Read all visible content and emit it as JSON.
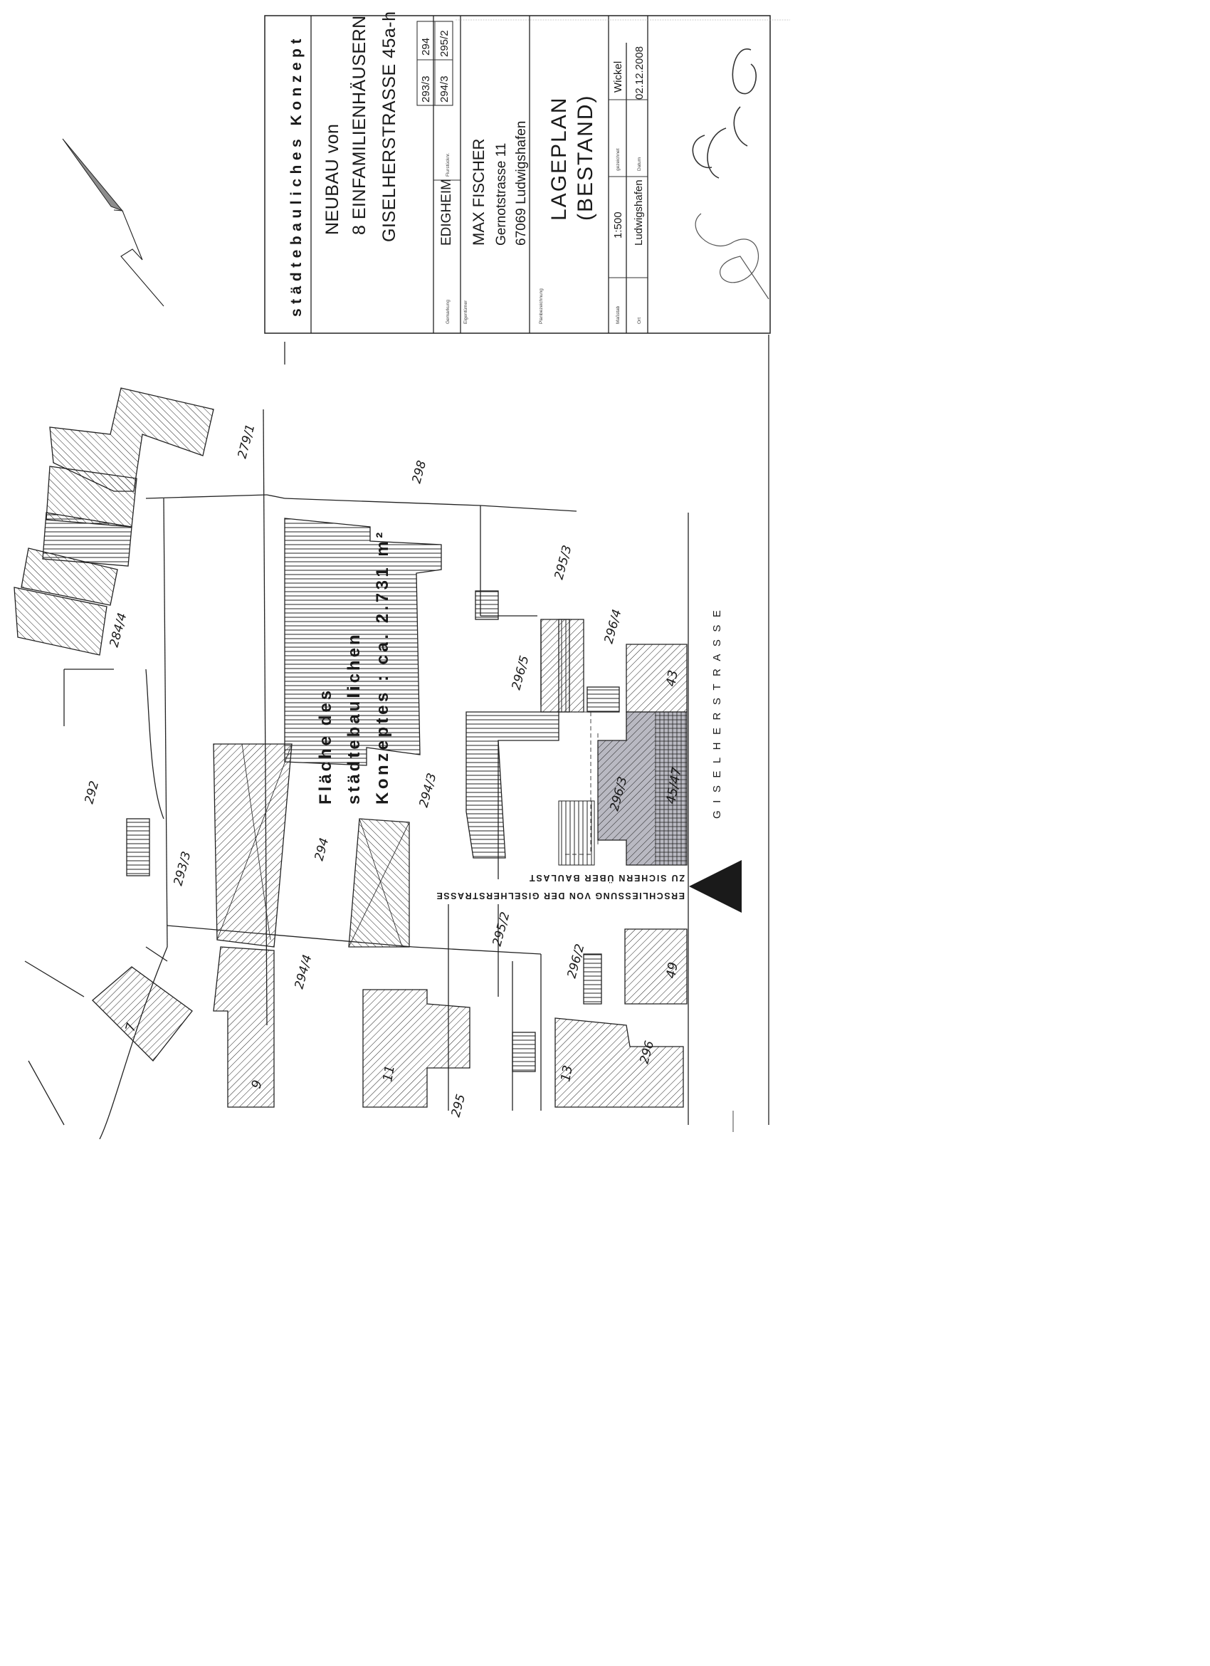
{
  "title_block": {
    "office": "städtebauliches Konzept",
    "project_line1": "NEUBAU von",
    "project_line2": "8 EINFAMILIENHÄUSERN",
    "project_line3": "GISELHERSTRASSE 45a-h",
    "parcels_row1": [
      "293/3",
      "294"
    ],
    "parcels_row2": [
      "294/3",
      "295/2"
    ],
    "gemarkung_label": "Gemarkung",
    "gemarkung": "EDIGHEIM",
    "flurstueck_label": "Flurstücknr.",
    "eigentuemer_label": "Eigentümer",
    "owner_name": "MAX FISCHER",
    "owner_street": "Gernotstrasse 11",
    "owner_city": "67069 Ludwigshafen",
    "planbez_label": "Planbezeichnung",
    "plan_title_1": "LAGEPLAN",
    "plan_title_2": "(BESTAND)",
    "massstab_label": "Maßstab",
    "scale": "1:500",
    "gezeichnet_label": "gezeichnet",
    "drawn_by": "Wickel",
    "ort_label": "Ort",
    "place": "Ludwigshafen",
    "datum_label": "Datum",
    "date": "02.12.2008"
  },
  "plan": {
    "area_line1": "Fläche des",
    "area_line2": "städtebaulichen",
    "area_line3": "Konzeptes : ca. 2.731 m²",
    "street": "GISELHERSTRASSE",
    "access_line1": "ERSCHLIESSUNG VON DER GISELHERSTRASSE",
    "access_line2": "ZU SICHERN ÜBER BAULAST",
    "parcels": [
      "279/1",
      "298",
      "284/4",
      "295/3",
      "296/4",
      "296/5",
      "292",
      "294/3",
      "296/3",
      "293/3",
      "294",
      "295/2",
      "294/4",
      "296/2",
      "295",
      "296"
    ],
    "house_numbers": [
      "43",
      "45/47",
      "49",
      "7",
      "9",
      "11",
      "13"
    ]
  },
  "colors": {
    "ink": "#1a1a1a",
    "paper": "#ffffff",
    "shade": "#b9b9c2"
  }
}
